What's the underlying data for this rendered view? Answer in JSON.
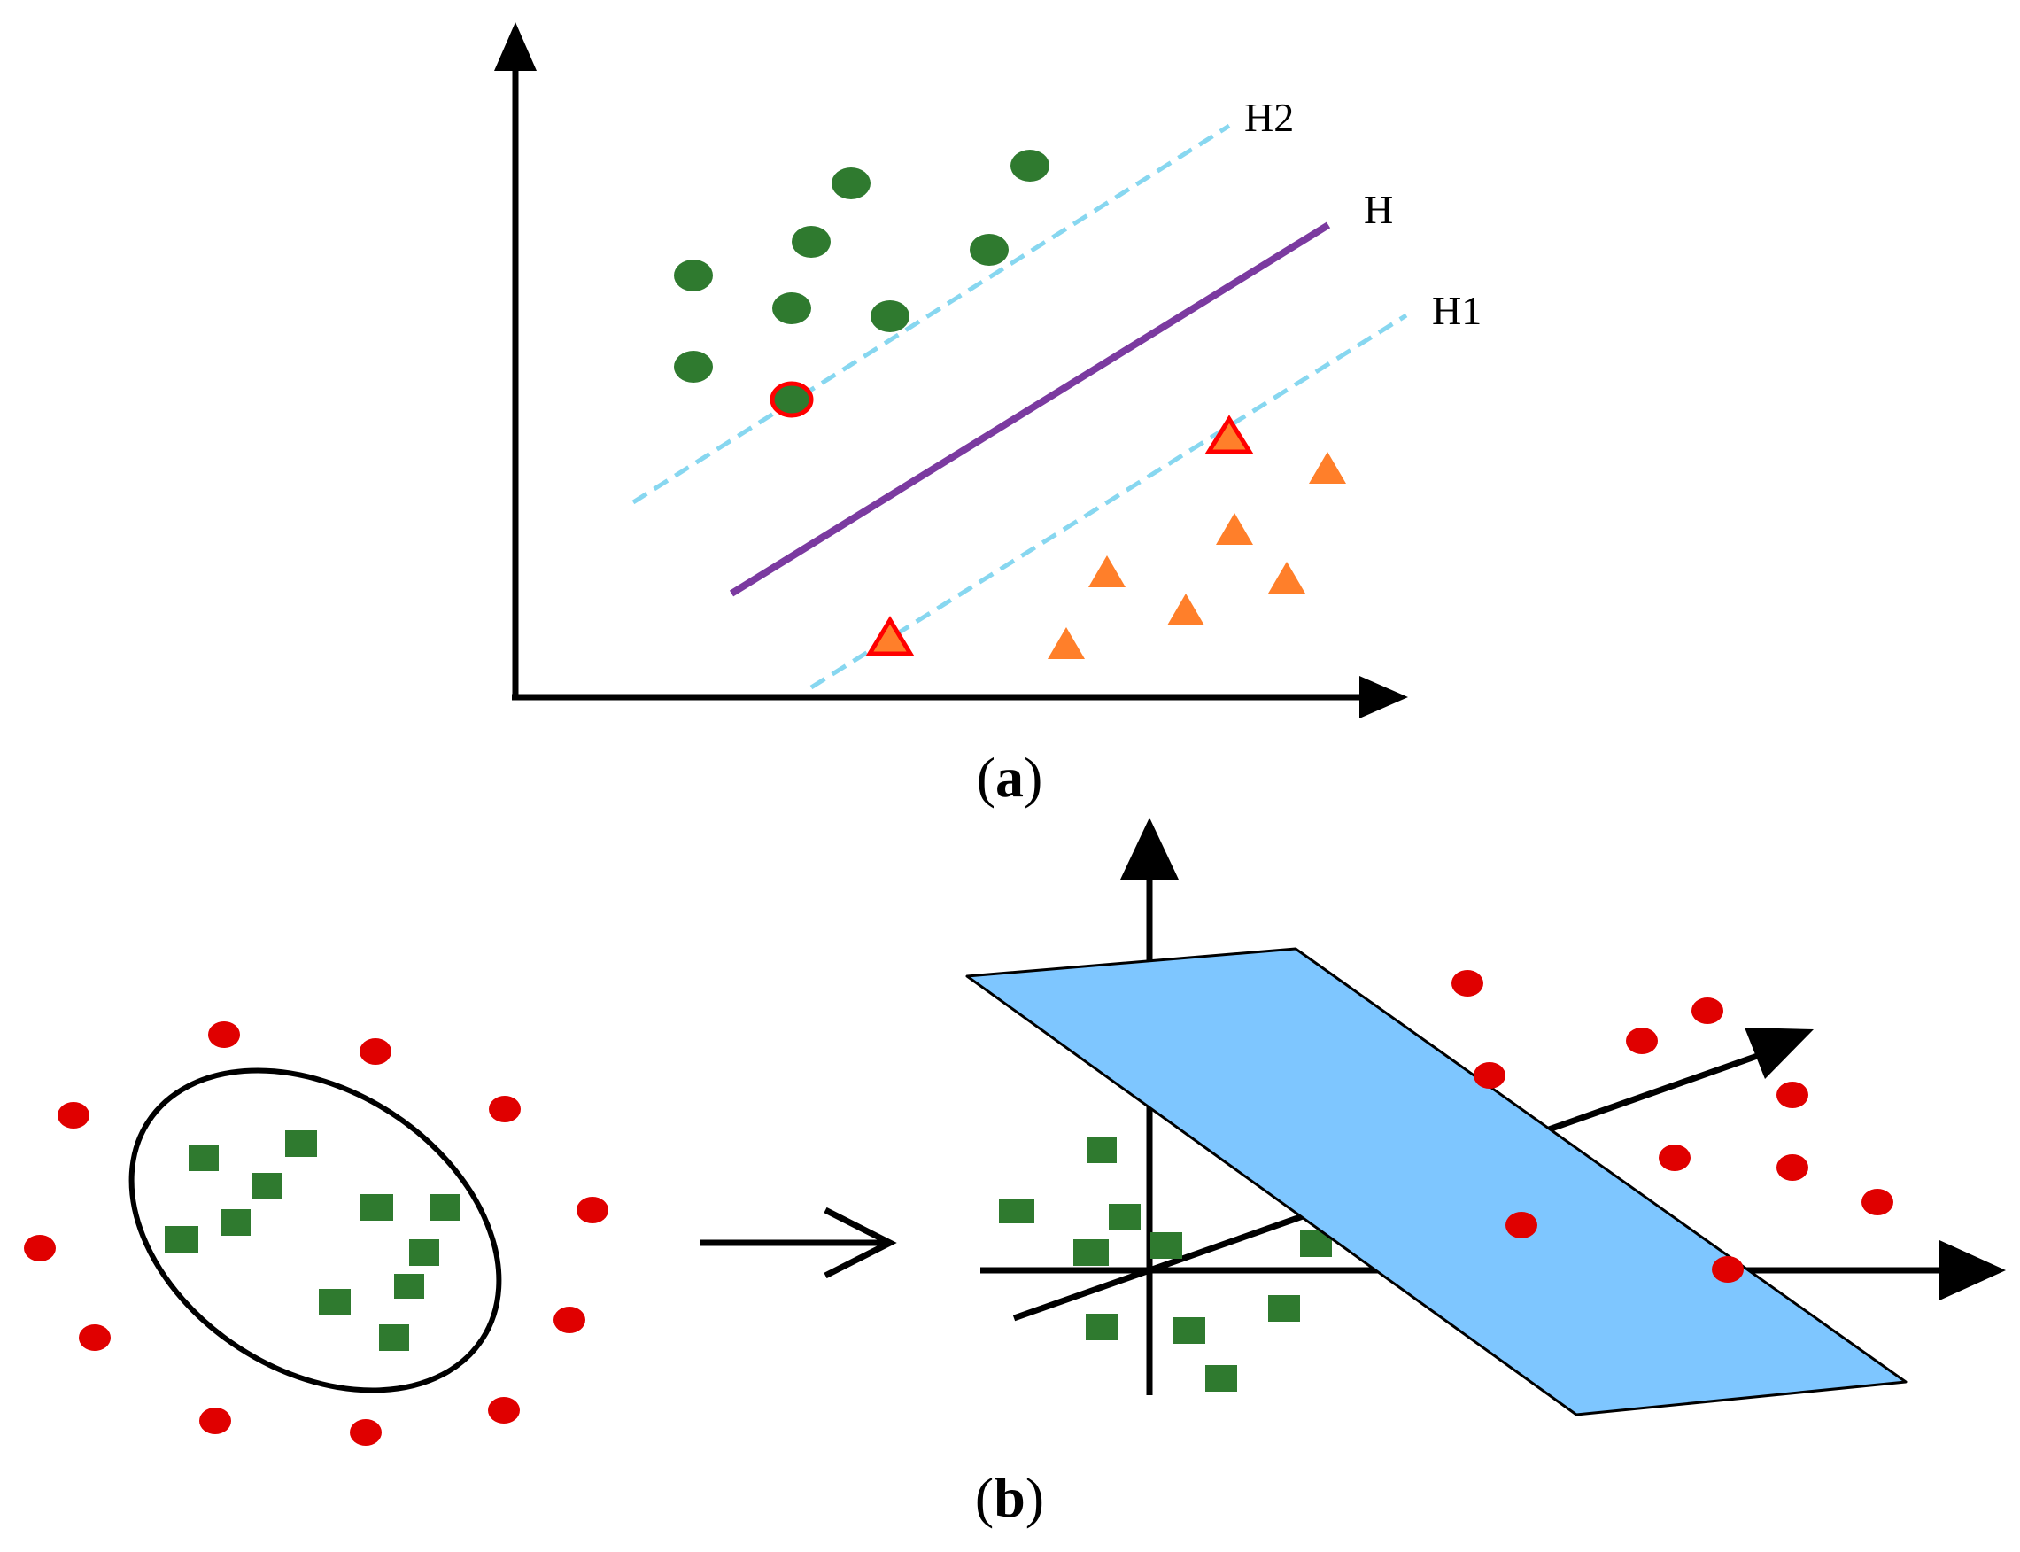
{
  "panel_a": {
    "caption_open": "(",
    "caption_letter": "a",
    "caption_close": ")",
    "line_labels": {
      "h2": "H2",
      "h": "H",
      "h1": "H1"
    },
    "colors": {
      "axes": "#000000",
      "margin_lines": "#87d7f0",
      "hyperplane": "#7b3aa0",
      "class_circle": "#2f7a2f",
      "class_triangle": "#ff7f2a",
      "support_vector_outline": "#ff0000"
    }
  },
  "panel_b": {
    "caption_open": "(",
    "caption_letter": "b",
    "caption_close": ")",
    "colors": {
      "axes": "#000000",
      "ellipse": "#000000",
      "plane": "#7ec6ff",
      "class_square": "#2f7a2f",
      "class_dot": "#e00000"
    }
  }
}
